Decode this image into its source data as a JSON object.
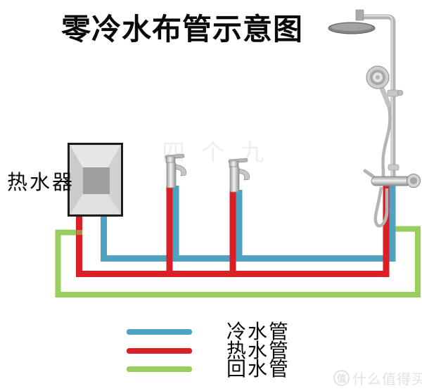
{
  "title": "零冷水布管示意图",
  "heater_label": "热水器",
  "pipe_colors": {
    "cold": "#4fa3c0",
    "hot": "#da1f26",
    "return": "#97cf5f"
  },
  "legend": {
    "items": [
      {
        "id": "cold",
        "label": "冷水管",
        "color": "#4fa3c0"
      },
      {
        "id": "hot",
        "label": "热水管",
        "color": "#da1f26"
      },
      {
        "id": "return",
        "label": "回水管",
        "color": "#97cf5f"
      }
    ]
  },
  "watermarks": {
    "center": "四 个 九",
    "badge": "值",
    "site": "什么值得买"
  }
}
